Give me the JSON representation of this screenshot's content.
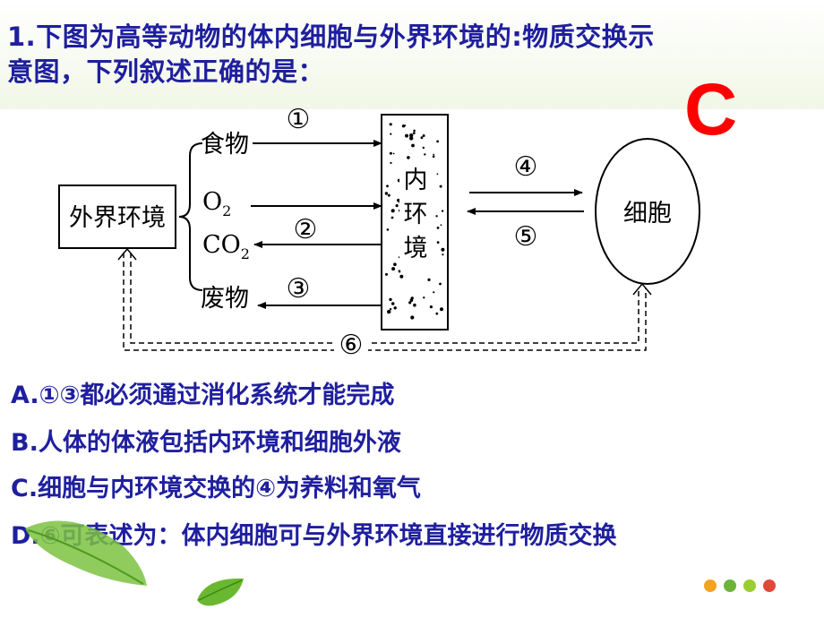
{
  "question": {
    "line1": "1.下图为高等动物的体内细胞与外界环境的:物质交换示",
    "line2": "意图，下列叙述正确的是："
  },
  "answer": "C",
  "diagram": {
    "outside": "外界环境",
    "food": "食物",
    "o2_main": "O",
    "o2_sub": "2",
    "co2_main": "CO",
    "co2_sub": "2",
    "waste": "废物",
    "inner_env": [
      "内",
      "环",
      "境"
    ],
    "cell": "细胞",
    "labels": [
      "①",
      "②",
      "③",
      "④",
      "⑤",
      "⑥"
    ]
  },
  "options": [
    "A.①③都必须通过消化系统才能完成",
    "B.人体的体液包括内环境和细胞外液",
    "C.细胞与内环境交换的④为养料和氧气",
    "D.⑥可表述为：体内细胞可与外界环境直接进行物质交换"
  ],
  "decor": {
    "dot_colors": [
      "#f5a31f",
      "#6bb33a",
      "#9acd32",
      "#e2483a"
    ]
  }
}
